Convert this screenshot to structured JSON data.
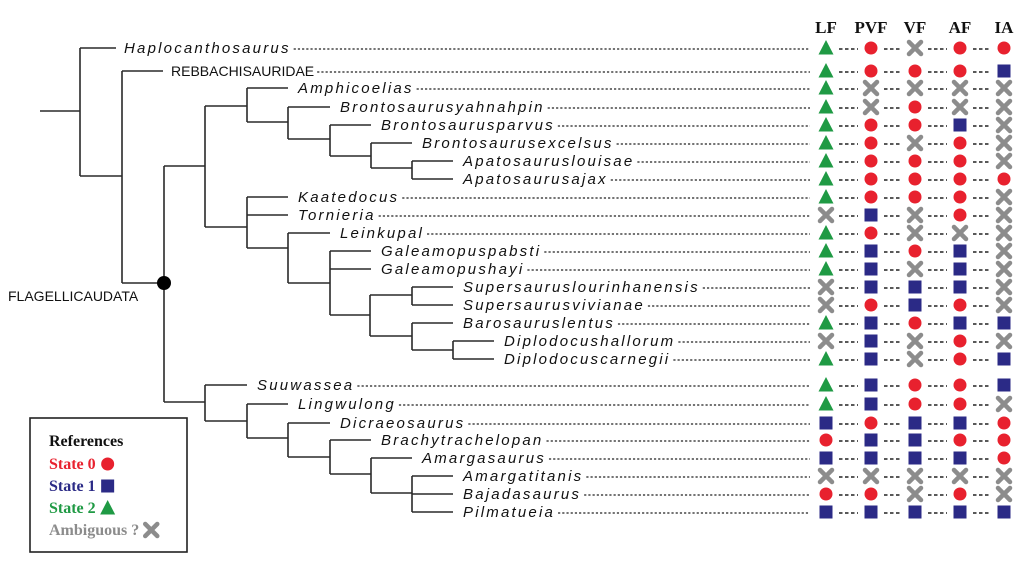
{
  "columns": [
    "LF",
    "PVF",
    "VF",
    "AF",
    "IA"
  ],
  "clade_label": "FLAGELLICAUDATA",
  "taxa": [
    {
      "name": "Haplocanthosaurus",
      "states": [
        "2",
        "0",
        "?",
        "0",
        "0"
      ]
    },
    {
      "name": "REBBACHISAURIDAE",
      "states": [
        "2",
        "0",
        "0",
        "0",
        "1"
      ],
      "clade": true
    },
    {
      "name": "Amphicoelias",
      "states": [
        "2",
        "?",
        "?",
        "?",
        "?"
      ]
    },
    {
      "name": "Brontosaurusyahnahpin",
      "states": [
        "2",
        "?",
        "0",
        "?",
        "?"
      ]
    },
    {
      "name": "Brontosaurusparvus",
      "states": [
        "2",
        "0",
        "0",
        "1",
        "?"
      ]
    },
    {
      "name": "Brontosaurusexcelsus",
      "states": [
        "2",
        "0",
        "?",
        "0",
        "?"
      ]
    },
    {
      "name": "Apatosauruslouisae",
      "states": [
        "2",
        "0",
        "0",
        "0",
        "?"
      ]
    },
    {
      "name": "Apatosaurusajax",
      "states": [
        "2",
        "0",
        "0",
        "0",
        "0"
      ]
    },
    {
      "name": "Kaatedocus",
      "states": [
        "2",
        "0",
        "0",
        "0",
        "?"
      ]
    },
    {
      "name": "Tornieria",
      "states": [
        "?",
        "1",
        "?",
        "0",
        "?"
      ]
    },
    {
      "name": "Leinkupal",
      "states": [
        "2",
        "0",
        "?",
        "?",
        "?"
      ]
    },
    {
      "name": "Galeamopuspabsti",
      "states": [
        "2",
        "1",
        "0",
        "1",
        "?"
      ]
    },
    {
      "name": "Galeamopushayi",
      "states": [
        "2",
        "1",
        "?",
        "1",
        "?"
      ]
    },
    {
      "name": "Supersauruslourinhanensis",
      "states": [
        "?",
        "1",
        "1",
        "1",
        "?"
      ]
    },
    {
      "name": "Supersaurusvivianae",
      "states": [
        "?",
        "0",
        "1",
        "0",
        "?"
      ]
    },
    {
      "name": "Barosauruslentus",
      "states": [
        "2",
        "1",
        "0",
        "1",
        "1"
      ]
    },
    {
      "name": "Diplodocushallorum",
      "states": [
        "?",
        "1",
        "?",
        "0",
        "?"
      ]
    },
    {
      "name": "Diplodocuscarnegii",
      "states": [
        "2",
        "1",
        "?",
        "0",
        "1"
      ]
    },
    {
      "name": "Suuwassea",
      "states": [
        "2",
        "1",
        "0",
        "0",
        "1"
      ]
    },
    {
      "name": "Lingwulong",
      "states": [
        "2",
        "1",
        "0",
        "0",
        "?"
      ]
    },
    {
      "name": "Dicraeosaurus",
      "states": [
        "1",
        "0",
        "1",
        "1",
        "0"
      ]
    },
    {
      "name": "Brachytrachelopan",
      "states": [
        "0",
        "1",
        "1",
        "0",
        "0"
      ]
    },
    {
      "name": "Amargasaurus",
      "states": [
        "1",
        "1",
        "1",
        "1",
        "0"
      ]
    },
    {
      "name": "Amargatitanis",
      "states": [
        "?",
        "?",
        "?",
        "?",
        "?"
      ]
    },
    {
      "name": "Bajadasaurus",
      "states": [
        "0",
        "0",
        "?",
        "0",
        "?"
      ]
    },
    {
      "name": "Pilmatueia",
      "states": [
        "1",
        "1",
        "1",
        "1",
        "1"
      ]
    }
  ],
  "legend": {
    "title": "References",
    "items": [
      {
        "label": "State 0",
        "state": "0",
        "icon": "circle-icon",
        "color": "#e8212e"
      },
      {
        "label": "State 1",
        "state": "1",
        "icon": "square-icon",
        "color": "#2b2a86"
      },
      {
        "label": "State 2",
        "state": "2",
        "icon": "triangle-icon",
        "color": "#1f9a44"
      },
      {
        "label": "Ambiguous ?",
        "state": "?",
        "icon": "cross-icon",
        "color": "#8c8c8c"
      }
    ]
  }
}
